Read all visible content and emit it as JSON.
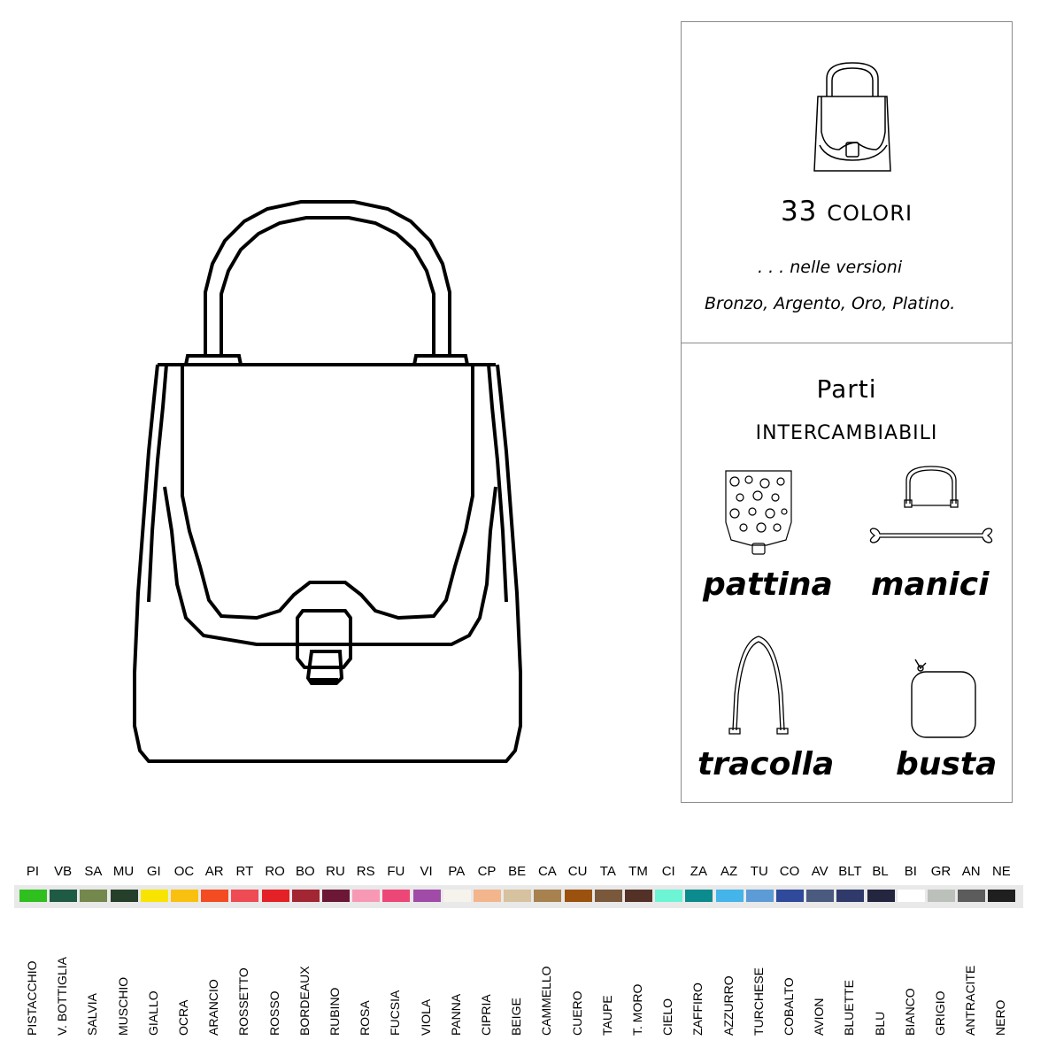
{
  "panel": {
    "colors_count": "33",
    "colors_word": "colori",
    "versions_line1": ". . . nelle versioni",
    "versions_line2": "Bronzo, Argento, Oro, Platino.",
    "parts_title_1": "Parti",
    "parts_title_2": "intercambiabili",
    "parts": [
      {
        "label": "pattina",
        "icon": "flap-icon"
      },
      {
        "label": "manici",
        "icon": "handles-icon"
      },
      {
        "label": "tracolla",
        "icon": "shoulder-strap-icon"
      },
      {
        "label": "busta",
        "icon": "pouch-icon"
      }
    ]
  },
  "colors": [
    {
      "code": "PI",
      "name": "PISTACCHIO",
      "hex": "#2fbf1f"
    },
    {
      "code": "VB",
      "name": "V. BOTTIGLIA",
      "hex": "#1f5a44"
    },
    {
      "code": "SA",
      "name": "SALVIA",
      "hex": "#74874d"
    },
    {
      "code": "MU",
      "name": "MUSCHIO",
      "hex": "#263f2a"
    },
    {
      "code": "GI",
      "name": "GIALLO",
      "hex": "#f8e400"
    },
    {
      "code": "OC",
      "name": "OCRA",
      "hex": "#f9c010"
    },
    {
      "code": "AR",
      "name": "ARANCIO",
      "hex": "#f34b22"
    },
    {
      "code": "RT",
      "name": "ROSSETTO",
      "hex": "#ee4b54"
    },
    {
      "code": "RO",
      "name": "ROSSO",
      "hex": "#e42126"
    },
    {
      "code": "BO",
      "name": "BORDEAUX",
      "hex": "#a32634"
    },
    {
      "code": "RU",
      "name": "RUBINO",
      "hex": "#6d1736"
    },
    {
      "code": "RS",
      "name": "ROSA",
      "hex": "#f799b5"
    },
    {
      "code": "FU",
      "name": "FUCSIA",
      "hex": "#ed4777"
    },
    {
      "code": "VI",
      "name": "VIOLA",
      "hex": "#9f4ba7"
    },
    {
      "code": "PA",
      "name": "PANNA",
      "hex": "#f5f3ec"
    },
    {
      "code": "CP",
      "name": "CIPRIA",
      "hex": "#f3b58c"
    },
    {
      "code": "BE",
      "name": "BEIGE",
      "hex": "#d6c29f"
    },
    {
      "code": "CA",
      "name": "CAMMELLO",
      "hex": "#a7814e"
    },
    {
      "code": "CU",
      "name": "CUERO",
      "hex": "#9b520f"
    },
    {
      "code": "TA",
      "name": "TAUPE",
      "hex": "#7a583b"
    },
    {
      "code": "TM",
      "name": "T. MORO",
      "hex": "#533127"
    },
    {
      "code": "CI",
      "name": "CIELO",
      "hex": "#6cf4d5"
    },
    {
      "code": "ZA",
      "name": "ZAFFIRO",
      "hex": "#0c8b8f"
    },
    {
      "code": "AZ",
      "name": "AZZURRO",
      "hex": "#44b4ea"
    },
    {
      "code": "TU",
      "name": "TURCHESE",
      "hex": "#5c9bd6"
    },
    {
      "code": "CO",
      "name": "COBALTO",
      "hex": "#2f4a9b"
    },
    {
      "code": "AV",
      "name": "AVION",
      "hex": "#4b5a7f"
    },
    {
      "code": "BLT",
      "name": "BLUETTE",
      "hex": "#2f3a6b"
    },
    {
      "code": "BL",
      "name": "BLU",
      "hex": "#24253f"
    },
    {
      "code": "BI",
      "name": "BIANCO",
      "hex": "#ffffff"
    },
    {
      "code": "GR",
      "name": "GRIGIO",
      "hex": "#bcc0bb"
    },
    {
      "code": "AN",
      "name": "ANTRACITE",
      "hex": "#5c5c5c"
    },
    {
      "code": "NE",
      "name": "NERO",
      "hex": "#1f1f1f"
    }
  ]
}
